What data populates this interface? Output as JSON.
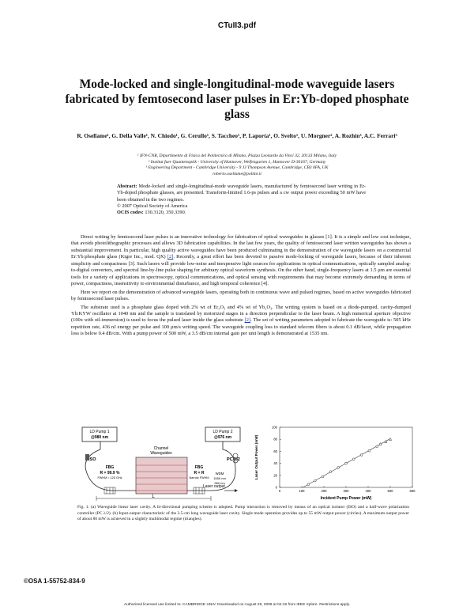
{
  "header": "CTuII3.pdf",
  "title": "Mode-locked and single-longitudinal-mode waveguide lasers fabricated by femtosecond laser pulses in Er:Yb-doped phosphate glass",
  "authors": "R. Osellame¹, G. Della Valle¹, N. Chiodo¹, G. Cerullo¹, S. Taccheo¹, P. Laporta¹, O. Svelto¹, U. Morgner², A. Rozhin³, A.C. Ferrari³",
  "affiliations": [
    "¹ IFN-CNR, Dipartimento di Fisica del Politecnico di Milano, Piazza Leonardo da Vinci 32, 20133 Milano, Italy",
    "² Institut fuer Quantenoptik - University of Hannover, Welfengarten 1, Hannover D-30167, Germany",
    "³ Engineering Department - Cambridge University - 9 JJ Thompson Avenue, Cambridge, CB3 0FA, UK",
    "roberto.osellame@polimi.it"
  ],
  "abstract": {
    "label": "Abstract:",
    "text": "Mode-locked and single-longitudinal-mode waveguide lasers, manufactured by femtosecond laser writing in Er-Yb-doped phosphate glasses, are presented. Transform-limited 1.6-ps pulses and a cw output power exceeding 50 mW have been obtained in the two regimes.",
    "copyright": "© 2007 Optical Society of America",
    "ocis_label": "OCIS codes:",
    "ocis": "130.3120, 350.3390."
  },
  "body": {
    "p1a": "Direct writing by femtosecond laser pulses is an innovative technology for fabrication of optical waveguides in glasses [1]. It is a simple and low cost technique, that avoids photolithographic processes and allows 3D fabrication capabilities. In the last few years, the quality of femtosecond laser written waveguides has shown a substantial improvement. In particular, high quality active waveguides have been produced culminating in the demonstration of cw waveguide lasers on a commercial Er:Yb:phosphate glass (Kigre Inc., mod. QX)",
    "p1_ref": "[2]",
    "p1b": ". Recently, a great effort has been devoted to passive mode-locking of waveguide lasers, because of their inherent simplicity and compactness [3]. Such lasers will provide low-noise and inexpensive light sources for applications in optical communications, optically sampled analog-to-digital converters, and spectral line-by-line pulse shaping for arbitrary optical waveform synthesis. On the other hand, single-frequency lasers at 1.5 µm are essential tools for a variety of applications in spectroscopy, optical communications, and optical sensing with requirements that may become extremely demanding in terms of power, compactness, insensitivity to environmental disturbance, and high temporal coherence [4].",
    "p2": "Here we report on the demonstration of advanced waveguide lasers, operating both in continuous wave and pulsed regimes, based on active waveguides fabricated by femtosecond laser pulses.",
    "p3": "The substrate used is a phosphate glass doped with 2% wt of Er₂O₃ and 4% wt of Yb₂O₃. The writing system is based on a diode-pumped, cavity-dumped Yb:KYW oscillator at 1040 nm and the sample is translated by motorized stages in a direction perpendicular to the laser beam. A high numerical aperture objective (100x with oil-immersion) is used to focus the pulsed laser inside the glass substrate",
    "p3_ref": "[2]",
    "p3b": ". The set of writing parameters adopted to fabricate the waveguide is: 505 kHz repetition rate, 436 nJ energy per pulse and 100 µm/s writing speed. The waveguide coupling loss to standard telecom fibers is about 0.1 dB/facet, while propagation loss is below 0.4 dB/cm. With a pump power of 500 mW, a 3.5 dB/cm internal gain per unit length is demonstrated at 1535 nm."
  },
  "diagram": {
    "pump1": [
      "LD Pump 1",
      "@980 nm"
    ],
    "pump2": [
      "LD Pump 2",
      "@976 nm"
    ],
    "isolator": "ISO",
    "pc": "PC λ/2",
    "waveguides": [
      "Channel",
      "Waveguides"
    ],
    "fbg1": [
      "FBG",
      "R = 99.9 %",
      "FWHM = 125 GHz"
    ],
    "fbg2": [
      "FBG",
      "R = R",
      "Narrow FWHM"
    ],
    "wdm": [
      "WDM",
      "1550 nm",
      "980 nm"
    ],
    "laser_output": "Laser output",
    "length": "L"
  },
  "chart_data": {
    "type": "scatter",
    "title": "",
    "xlabel": "Incident Pump Power (mW)",
    "ylabel": "Laser Output Power (mW)",
    "xlim": [
      0,
      600
    ],
    "ylim": [
      0,
      100
    ],
    "xticks": [
      "0",
      "100",
      "200",
      "300",
      "400",
      "500",
      "600"
    ],
    "yticks": [
      "0",
      "20",
      "40",
      "60",
      "80",
      "100"
    ],
    "grid": false,
    "fit_line": [
      [
        105,
        0
      ],
      [
        500,
        81
      ]
    ],
    "series": [
      {
        "marker": "circle",
        "x": [
          130,
          160,
          195,
          230,
          265,
          300,
          335,
          370,
          405,
          440
        ],
        "y": [
          5,
          11,
          18,
          26,
          33,
          40,
          47,
          54,
          61,
          68
        ]
      },
      {
        "marker": "triangle",
        "x": [
          455,
          480,
          500
        ],
        "y": [
          72,
          76,
          80
        ]
      }
    ]
  },
  "caption": "Fig. 1. (a) Waveguide linear laser cavity. A bi-directional pumping scheme is adopted. Pump interaction is removed by means of an optical isolator (ISO) and a half-wave polarization controller (PC λ/2). (b) Input-output characteristic of the 3.5-cm long waveguide laser cavity. Single mode operation provides up to 55 mW output power (circles). A maximum output power of about 80 mW is achieved in a slightly multimodal regime (triangles).",
  "osa": "©OSA 1-55752-834-9",
  "footer": "Authorized licensed use limited to: CAMBRIDGE UNIV. Downloaded on August 29, 2009 at 04:15 from IEEE Xplore. Restrictions apply."
}
